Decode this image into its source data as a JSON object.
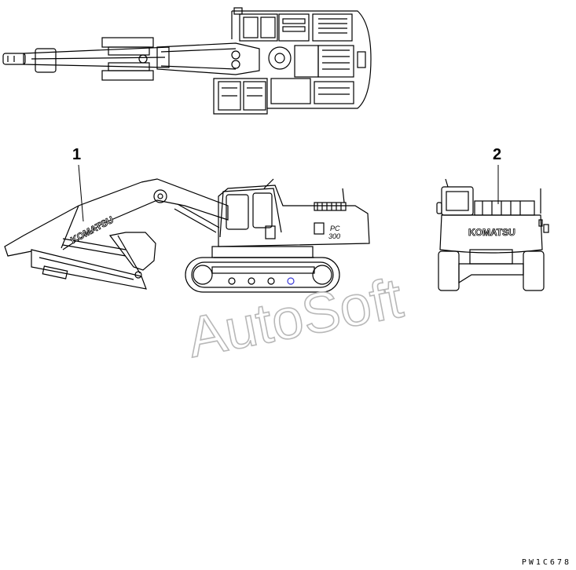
{
  "callouts": [
    {
      "number": "1"
    },
    {
      "number": "2"
    }
  ],
  "decals": {
    "boom_brand": "KOMATSU",
    "rear_brand": "KOMATSU",
    "model_line1": "PC",
    "model_line2": "300"
  },
  "watermark": "AutoSoft",
  "drawing_code": "PW1C678",
  "colors": {
    "line": "#000000",
    "watermark": "#b8b8b8",
    "accent": "#3a3ad8"
  }
}
